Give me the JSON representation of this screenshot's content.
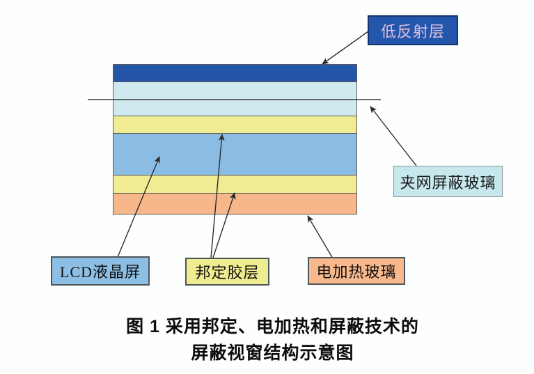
{
  "diagram": {
    "stack": {
      "layers": [
        {
          "name": "low-reflection-coating",
          "color": "#2355a9"
        },
        {
          "name": "mesh-shielding-glass",
          "color": "#cfe9ee"
        },
        {
          "name": "bonding-adhesive-upper",
          "color": "#efec93"
        },
        {
          "name": "lcd-panel",
          "color": "#8bbde4"
        },
        {
          "name": "bonding-adhesive-lower",
          "color": "#efec93"
        },
        {
          "name": "electric-heating-glass",
          "color": "#f6b78a"
        }
      ],
      "mesh_line_color": "#3a3a3a",
      "border_color": "#5e5a56"
    },
    "callouts": {
      "low_reflection": {
        "text": "低反射层",
        "bg": "#2456ac",
        "text_color": "#dcc0dc"
      },
      "mesh_glass": {
        "text": "夹网屏蔽玻璃",
        "bg": "#c6e7ec",
        "text_color": "#1c1c1c"
      },
      "lcd": {
        "text": "LCD液晶屏",
        "bg": "#8dbfe4",
        "text_color": "#101010"
      },
      "bonding": {
        "text": "邦定胶层",
        "bg": "#eeec91",
        "text_color": "#101010"
      },
      "heating": {
        "text": "电加热玻璃",
        "bg": "#f7b88b",
        "text_color": "#101010"
      }
    },
    "arrow_color": "#2b2b2b"
  },
  "caption": {
    "line1": "图 1  采用邦定、电加热和屏蔽技术的",
    "line2": "屏蔽视窗结构示意图"
  }
}
